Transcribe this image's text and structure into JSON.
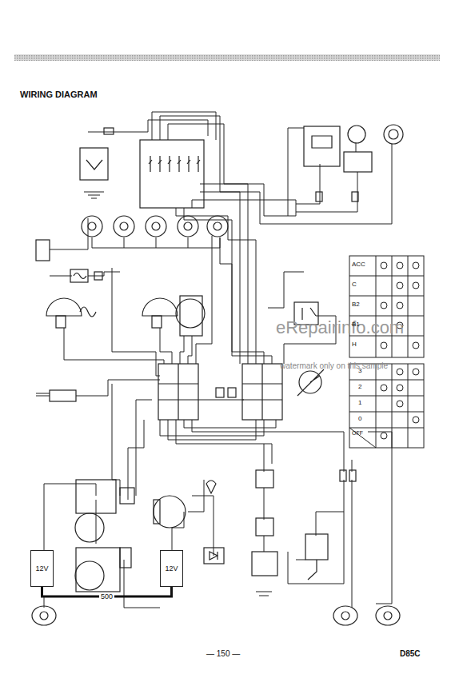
{
  "diagram": {
    "title": "WIRING DIAGRAM",
    "nodes": [
      {
        "text": [
          "12V"
        ]
      },
      {
        "text": [
          "12V"
        ]
      }
    ],
    "edges": [
      {
        "from": 0,
        "to": 1,
        "arrow": "none",
        "label": "500"
      }
    ],
    "labels": [
      "eRepairinfo.com",
      "watermark only on this sample",
      "— 150 —",
      "D85C",
      "ACC",
      "C",
      "B2",
      "B1",
      "H",
      "3",
      "2",
      "1",
      "0",
      "OFF"
    ]
  }
}
